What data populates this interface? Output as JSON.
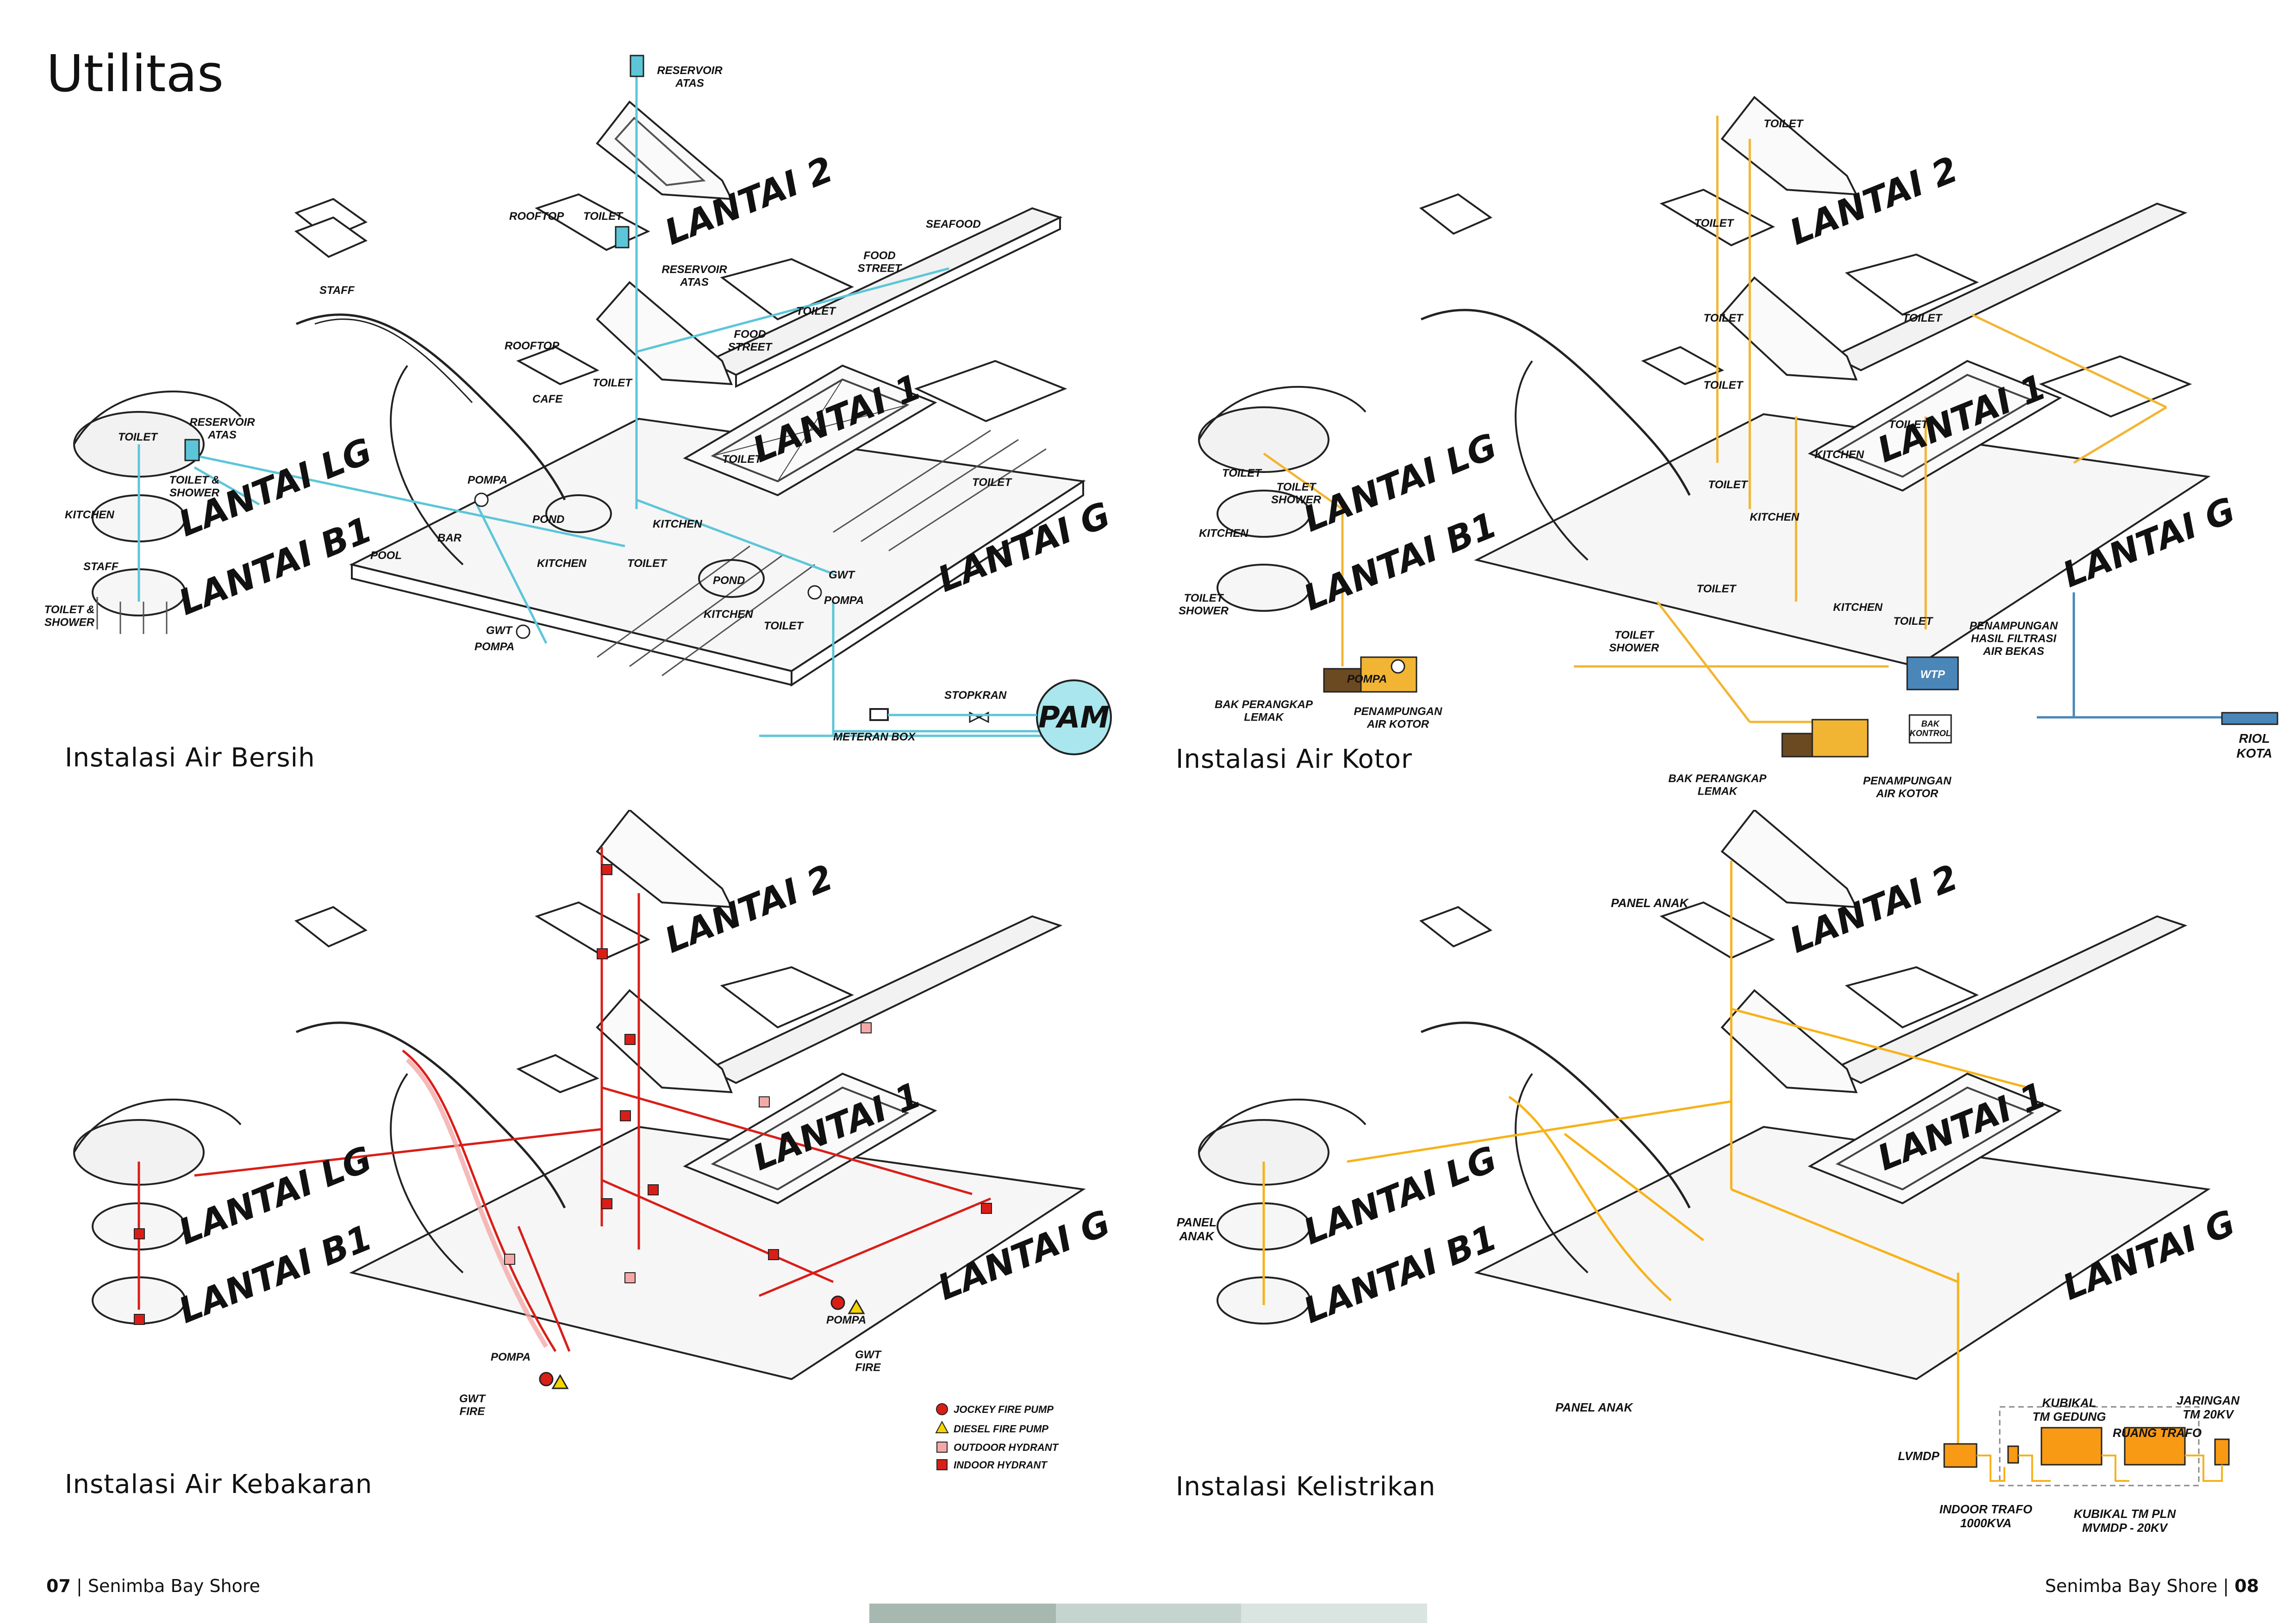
{
  "page": {
    "title": "Utilitas"
  },
  "floors": {
    "l2": "LANTAI 2",
    "l1": "LANTAI 1",
    "lg": "LANTAI LG",
    "b1": "LANTAI B1",
    "g": "LANTAI G"
  },
  "panels": {
    "air_bersih": {
      "caption": "Instalasi Air Bersih",
      "labels": {
        "reservoir_atas_top": "RESERVOIR\nATAS",
        "rooftop_1": "ROOFTOP",
        "toilet_1": "TOILET",
        "reservoir_atas_mid": "RESERVOIR\nATAS",
        "seafood": "SEAFOOD",
        "food_street_1": "FOOD\nSTREET",
        "toilet_2": "TOILET",
        "food_street_2": "FOOD\nSTREET",
        "staff_1": "STAFF",
        "rooftop_2": "ROOFTOP",
        "cafe": "CAFE",
        "toilet_3": "TOILET",
        "reservoir_atas_left": "RESERVOIR\nATAS",
        "toilet_4": "TOILET",
        "toilet_shower_1": "TOILET &\nSHOWER",
        "toilet_5": "TOILET",
        "toilet_6": "TOILET",
        "pompa_1": "POMPA",
        "kitchen_1": "KITCHEN",
        "pond_1": "POND",
        "kitchen_2": "KITCHEN",
        "staff_2": "STAFF",
        "bar": "BAR",
        "pool": "POOL",
        "kitchen_3": "KITCHEN",
        "toilet_7": "TOILET",
        "pond_2": "POND",
        "gwt_1": "GWT",
        "pompa_2": "POMPA",
        "toilet_shower_2": "TOILET &\nSHOWER",
        "kitchen_4": "KITCHEN",
        "toilet_8": "TOILET",
        "gwt_2": "GWT",
        "pompa_3": "POMPA",
        "stopkran": "STOPKRAN",
        "meteran_box": "METERAN BOX",
        "pam": "PAM"
      }
    },
    "air_kotor": {
      "caption": "Instalasi Air Kotor",
      "labels": {
        "toilet_1": "TOILET",
        "toilet_2": "TOILET",
        "toilet_3": "TOILET",
        "toilet_4": "TOILET",
        "toilet_5": "TOILET",
        "toilet_6": "TOILET",
        "kitchen_1": "KITCHEN",
        "toilet_7": "TOILET",
        "toilet_shower_1": "TOILET\nSHOWER",
        "kitchen_2": "KITCHEN",
        "toilet_8": "TOILET",
        "kitchen_3": "KITCHEN",
        "kitchen_4": "KITCHEN",
        "toilet_shower_2": "TOILET\nSHOWER",
        "toilet_9": "TOILET",
        "toilet_10": "TOILET",
        "toilet_shower_3": "TOILET\nSHOWER",
        "pompa": "POMPA",
        "penampungan_filtrasi": "PENAMPUNGAN\nHASIL FILTRASI\nAIR BEKAS",
        "wtp": "WTP",
        "bak_lemak_1": "BAK PERANGKAP\nLEMAK",
        "penampungan_kotor_1": "PENAMPUNGAN\nAIR KOTOR",
        "bak_kontrol": "BAK\nKONTROL",
        "riol_kota": "RIOL\nKOTA",
        "bak_lemak_2": "BAK PERANGKAP\nLEMAK",
        "penampungan_kotor_2": "PENAMPUNGAN\nAIR KOTOR"
      }
    },
    "air_kebakaran": {
      "caption": "Instalasi Air Kebakaran",
      "labels": {
        "pompa_1": "POMPA",
        "gwt_fire_1": "GWT\nFIRE",
        "pompa_2": "POMPA",
        "gwt_fire_2": "GWT\nFIRE"
      },
      "legend": [
        {
          "label": "JOCKEY FIRE PUMP",
          "color": "#d91e18",
          "shape": "circle"
        },
        {
          "label": "DIESEL FIRE PUMP",
          "color": "#f5d400",
          "shape": "triangle"
        },
        {
          "label": "OUTDOOR HYDRANT",
          "color": "#f4a9a8",
          "shape": "square"
        },
        {
          "label": "INDOOR HYDRANT",
          "color": "#d91e18",
          "shape": "square-h"
        }
      ]
    },
    "kelistrikan": {
      "caption": "Instalasi Kelistrikan",
      "labels": {
        "panel_anak_1": "PANEL ANAK",
        "panel_anak_2": "PANEL\nANAK",
        "panel_anak_3": "PANEL ANAK",
        "kubikal_tm_gedung": "KUBIKAL\nTM GEDUNG",
        "jaringan": "JARINGAN\nTM 20KV",
        "ruang_trafo": "RUANG TRAFO",
        "lvmdp": "LVMDP",
        "indoor_trafo": "INDOOR TRAFO\n1000KVA",
        "kubikal_tm_pln": "KUBIKAL TM PLN\nMVMDP - 20KV"
      }
    }
  },
  "footer": {
    "left_page": "07",
    "left_text": "Senimba Bay Shore",
    "right_text": "Senimba Bay Shore",
    "right_page": "08"
  },
  "colors": {
    "clean_water": "#5cc6d8",
    "pam_fill": "#a9e6ee",
    "waste_water": "#f2b533",
    "grease_trap": "#6b4a22",
    "wtp_fill": "#4a86b8",
    "fire": "#d91e18",
    "fire_light": "#f4a9a8",
    "electric": "#f7b21b",
    "trafo_fill": "#f99a14",
    "bar_1": "#a7b8b1",
    "bar_2": "#c6d4cf",
    "bar_3": "#dae4e0"
  }
}
